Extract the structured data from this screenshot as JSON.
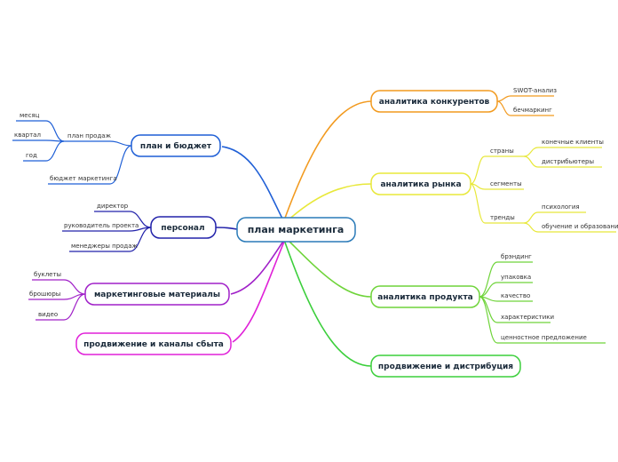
{
  "root": {
    "label": "план маркетинга",
    "color": "#2a7ab8"
  },
  "branches": {
    "competitors": {
      "label": "аналитика конкурентов",
      "color": "#f29a1f",
      "children": [
        "SWOT-анализ",
        "бечмаркинг"
      ]
    },
    "market": {
      "label": "аналитика рынка",
      "color": "#e8e83a",
      "children": [
        "страны",
        "сегменты",
        "тренды"
      ],
      "countries": [
        "конечные клиенты",
        "дистрибьютеры"
      ],
      "trends": [
        "психология",
        "обучение и образование"
      ]
    },
    "product": {
      "label": "аналитика продукта",
      "color": "#6fd43a",
      "children": [
        "брэндинг",
        "упаковка",
        "качество",
        "характеристики",
        "ценностное предложение"
      ]
    },
    "distribution": {
      "label": "продвижение и дистрибуция",
      "color": "#3ccf3c"
    },
    "plan": {
      "label": "план и бюджет",
      "color": "#1f5fd6",
      "sales_plan": "план продаж",
      "periods": [
        "месяц",
        "квартал",
        "год"
      ],
      "budget": "бюджет маркетинга"
    },
    "staff": {
      "label": "персонал",
      "color": "#2222aa",
      "children": [
        "директор",
        "руководитель проекта",
        "менеджеры продаж"
      ]
    },
    "materials": {
      "label": "маркетинговые материалы",
      "color": "#a020c8",
      "children": [
        "буклеты",
        "брошюры",
        "видео"
      ]
    },
    "channels": {
      "label": "продвижение и каналы сбыта",
      "color": "#e020d8"
    }
  }
}
